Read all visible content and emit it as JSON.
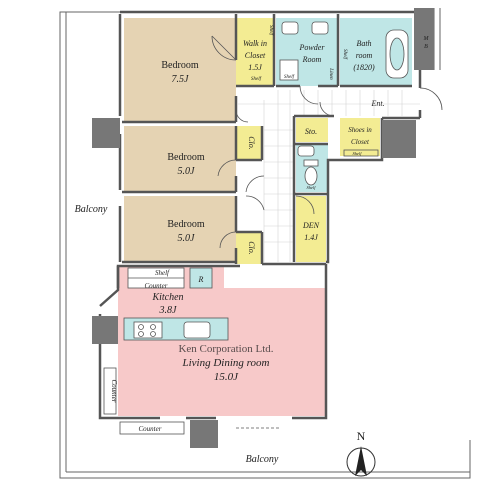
{
  "rooms": {
    "bedroom1": {
      "name": "Bedroom",
      "size": "7.5J",
      "color": "#e5d3b3"
    },
    "bedroom2": {
      "name": "Bedroom",
      "size": "5.0J",
      "color": "#e5d3b3"
    },
    "bedroom3": {
      "name": "Bedroom",
      "size": "5.0J",
      "color": "#e5d3b3"
    },
    "walkin_closet": {
      "line1": "Walk in",
      "line2": "Closet",
      "size": "1.5J",
      "color": "#f3ec93"
    },
    "powder_room": {
      "line1": "Powder",
      "line2": "Room",
      "color": "#bfe6e6"
    },
    "bathroom": {
      "line1": "Bath",
      "line2": "room",
      "size": "(1820)",
      "color": "#bfe6e6"
    },
    "mb": {
      "line1": "M",
      "line2": "B"
    },
    "entrance": {
      "name": "Ent."
    },
    "storage": {
      "name": "Sto.",
      "color": "#f3ec93"
    },
    "shoes_closet": {
      "line1": "Shoes in",
      "line2": "Closet",
      "color": "#f3ec93"
    },
    "den": {
      "name": "DEN",
      "size": "1.4J",
      "color": "#f3ec93"
    },
    "closet1": {
      "name": "Clo.",
      "color": "#f3ec93"
    },
    "closet2": {
      "name": "Clo.",
      "color": "#f3ec93"
    },
    "kitchen": {
      "name": "Kitchen",
      "size": "3.8J"
    },
    "living": {
      "name": "Living Dining room",
      "size": "15.0J",
      "color": "#f7c9c9"
    },
    "toilet": {
      "color": "#bfe6e6"
    }
  },
  "small_labels": {
    "shelf": "Shelf",
    "linen": "Linen",
    "counter": "Counter",
    "refrigerator": "R"
  },
  "balcony_west": "Balcony",
  "balcony_south": "Balcony",
  "watermark": "Ken Corporation Ltd.",
  "compass": {
    "letter": "N"
  }
}
